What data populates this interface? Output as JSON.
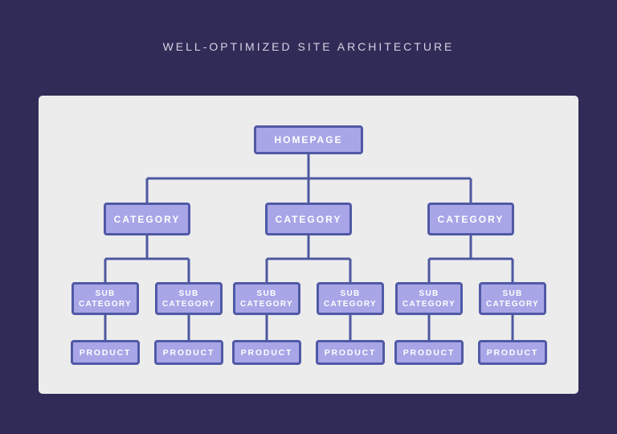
{
  "title": "WELL-OPTIMIZED SITE ARCHITECTURE",
  "colors": {
    "page_background": "#312b57",
    "panel_background": "#ececec",
    "node_fill": "#a8a6e7",
    "node_border": "#5059a6",
    "connector_line": "#4d58a0",
    "title_text": "#d6d2e4",
    "node_text": "#ffffff"
  },
  "diagram": {
    "homepage": {
      "label": "HOMEPAGE"
    },
    "branches": [
      {
        "category": {
          "label": "CATEGORY"
        },
        "subcategories": [
          {
            "label": "SUB CATEGORY",
            "product": {
              "label": "PRODUCT"
            }
          },
          {
            "label": "SUB CATEGORY",
            "product": {
              "label": "PRODUCT"
            }
          }
        ]
      },
      {
        "category": {
          "label": "CATEGORY"
        },
        "subcategories": [
          {
            "label": "SUB CATEGORY",
            "product": {
              "label": "PRODUCT"
            }
          },
          {
            "label": "SUB CATEGORY",
            "product": {
              "label": "PRODUCT"
            }
          }
        ]
      },
      {
        "category": {
          "label": "CATEGORY"
        },
        "subcategories": [
          {
            "label": "SUB CATEGORY",
            "product": {
              "label": "PRODUCT"
            }
          },
          {
            "label": "SUB CATEGORY",
            "product": {
              "label": "PRODUCT"
            }
          }
        ]
      }
    ]
  }
}
